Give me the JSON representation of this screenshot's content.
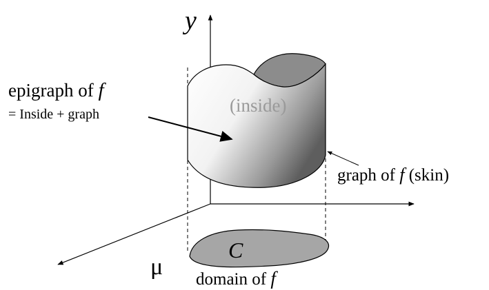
{
  "axes": {
    "y_label": "y",
    "mu_label": "μ"
  },
  "labels": {
    "inside": "(inside)",
    "epigraph_line1_prefix": "epigraph of ",
    "epigraph_line1_f": "f",
    "epigraph_line2": "= Inside + graph",
    "graph_prefix": "graph of ",
    "graph_f": "f",
    "graph_suffix": " (skin)",
    "domain_set": "C",
    "domain_prefix": "domain of ",
    "domain_f": "f"
  },
  "colors": {
    "stroke": "#000000",
    "surface_light": "#ffffff",
    "surface_dark": "#6e6e6e",
    "top_shade": "#8c8c8c",
    "domain_fill": "#a6a6a6",
    "inside_text": "#9a9a9a"
  }
}
